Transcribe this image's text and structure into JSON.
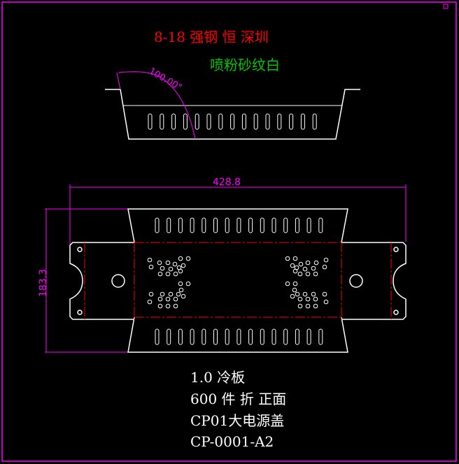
{
  "title": {
    "line1": "8-18 强钢 恒  深圳",
    "line2": "喷粉砂纹白"
  },
  "dimensions": {
    "angle": "100.00°",
    "width": "428.8",
    "height": "183.3"
  },
  "notes": [
    "1.0 冷板",
    "600 件 折 正面",
    "CP01大电源盖",
    "CP-0001-A2"
  ],
  "colors": {
    "outline": "#ffffff",
    "dimension": "#ff00ff",
    "fold": "#ff0000",
    "title": "#ff0000",
    "finish": "#00c800",
    "border": "#ff00ff"
  }
}
